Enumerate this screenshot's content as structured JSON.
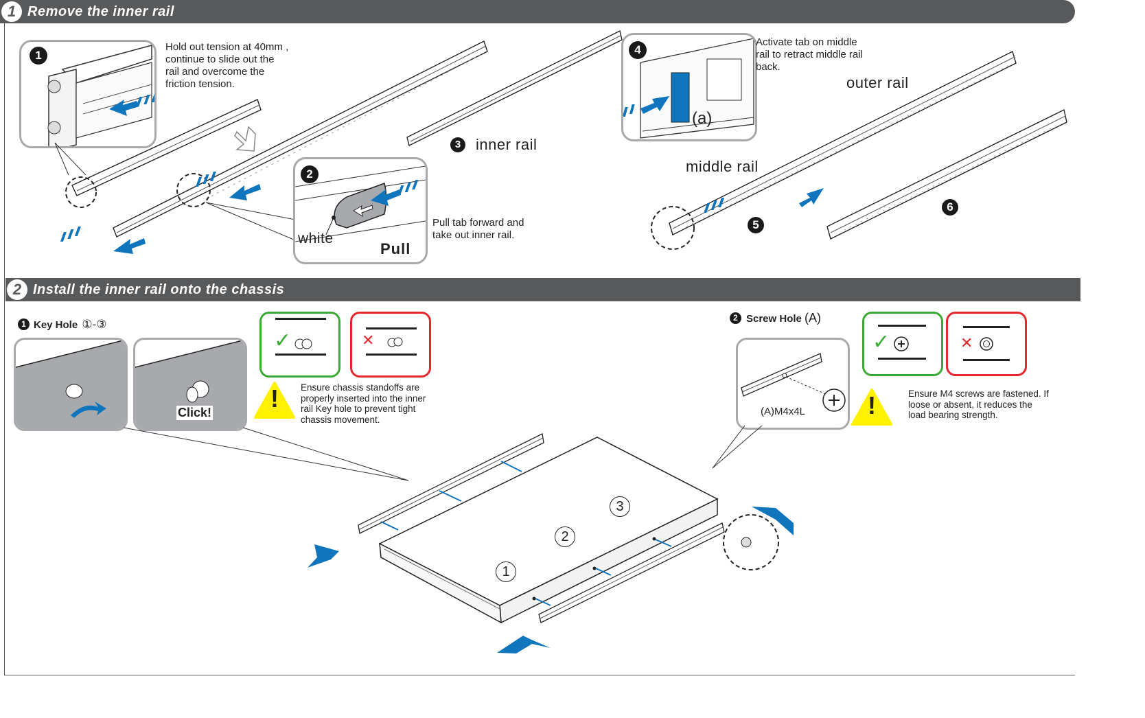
{
  "section1": {
    "number": "1",
    "title": "Remove the inner rail",
    "step1": {
      "number": "1",
      "text": [
        "Hold out tension at 40mm ,",
        "continue to slide out the",
        "rail and overcome the",
        "friction tension."
      ]
    },
    "step2": {
      "number": "2",
      "white_label": "white",
      "pull_label": "Pull",
      "text": [
        "Pull tab forward and",
        "take out inner rail."
      ]
    },
    "step3": {
      "number": "3",
      "label": "inner rail"
    },
    "step4": {
      "number": "4",
      "tab_label": "(a)",
      "text": [
        "Activate tab on middle",
        "rail to retract middle rail",
        "back."
      ]
    },
    "step5": {
      "number": "5",
      "label": "middle rail"
    },
    "step6": {
      "number": "6",
      "label": "outer rail"
    }
  },
  "section2": {
    "number": "2",
    "title": "Install the inner rail onto the chassis",
    "key_hole": {
      "number": "1",
      "label": "Key Hole",
      "range": "①-③",
      "click_label": "Click!",
      "warning": [
        "Ensure chassis standoffs are",
        "properly inserted into the inner",
        "rail Key hole to prevent tight",
        "chassis movement."
      ]
    },
    "screw_hole": {
      "number": "2",
      "label": "Screw Hole",
      "suffix": "(A)",
      "screw_spec": "(A)M4x4L",
      "warning": [
        "Ensure M4 screws are fastened. If",
        "loose or absent, it reduces the",
        "load bearing strength."
      ]
    },
    "positions": [
      "1",
      "2",
      "3"
    ]
  },
  "symbols": {
    "ok": "✓",
    "bad": "✕",
    "warning": "!"
  },
  "colors": {
    "bar": "#58595b",
    "arrow_blue": "#0f75bc",
    "ok_green": "#3aaa35",
    "bad_red": "#e5262c",
    "warn_yellow": "#fff100",
    "frame_gray": "#a7a9ac"
  }
}
